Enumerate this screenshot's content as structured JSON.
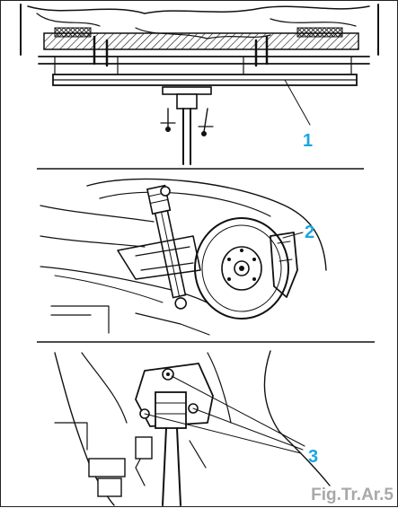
{
  "panels": [
    {
      "callout": "1"
    },
    {
      "callout": "2"
    },
    {
      "callout": "3"
    }
  ],
  "figure_label": "Fig.Tr.Ar.5",
  "colors": {
    "callout": "#1aa6e0",
    "figure_label": "#a8a8a8",
    "line": "#111111",
    "background": "#ffffff"
  }
}
